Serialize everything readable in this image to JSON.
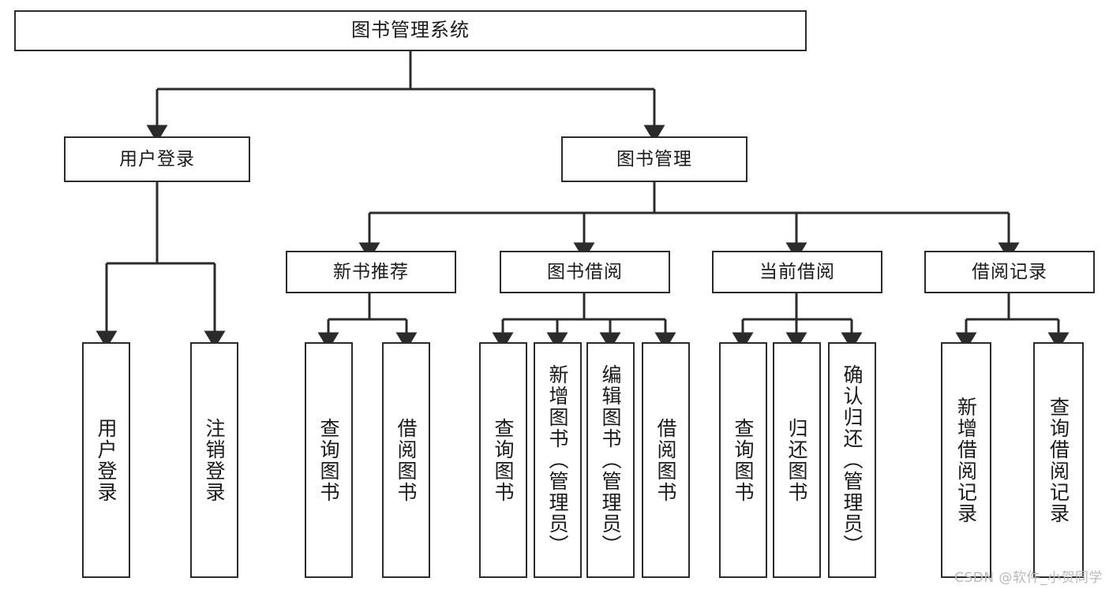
{
  "diagram": {
    "title": "图书管理系统",
    "watermark": "CSDN @软件_小贺同学",
    "stroke_color": "#2b2b2b",
    "background_color": "#ffffff",
    "text_color": "#1a1a1a",
    "watermark_color": "#b9b9b9",
    "type": "tree-hierarchy",
    "levels": 4
  },
  "nodes": {
    "root": {
      "label": "图书管理系统"
    },
    "level2": [
      {
        "label": "用户登录"
      },
      {
        "label": "图书管理"
      }
    ],
    "level3": [
      {
        "label": "新书推荐"
      },
      {
        "label": "图书借阅"
      },
      {
        "label": "当前借阅"
      },
      {
        "label": "借阅记录"
      }
    ],
    "leaves_user_login": [
      {
        "label": "用户登录"
      },
      {
        "label": "注销登录"
      }
    ],
    "leaves_new_book": [
      {
        "label": "查询图书"
      },
      {
        "label": "借阅图书"
      }
    ],
    "leaves_borrow": [
      {
        "label": "查询图书"
      },
      {
        "label": "新增图书（管理员）"
      },
      {
        "label": "编辑图书（管理员）"
      },
      {
        "label": "借阅图书"
      }
    ],
    "leaves_current": [
      {
        "label": "查询图书"
      },
      {
        "label": "归还图书"
      },
      {
        "label": "确认归还（管理员）"
      }
    ],
    "leaves_records": [
      {
        "label": "新增借阅记录"
      },
      {
        "label": "查询借阅记录"
      }
    ]
  }
}
